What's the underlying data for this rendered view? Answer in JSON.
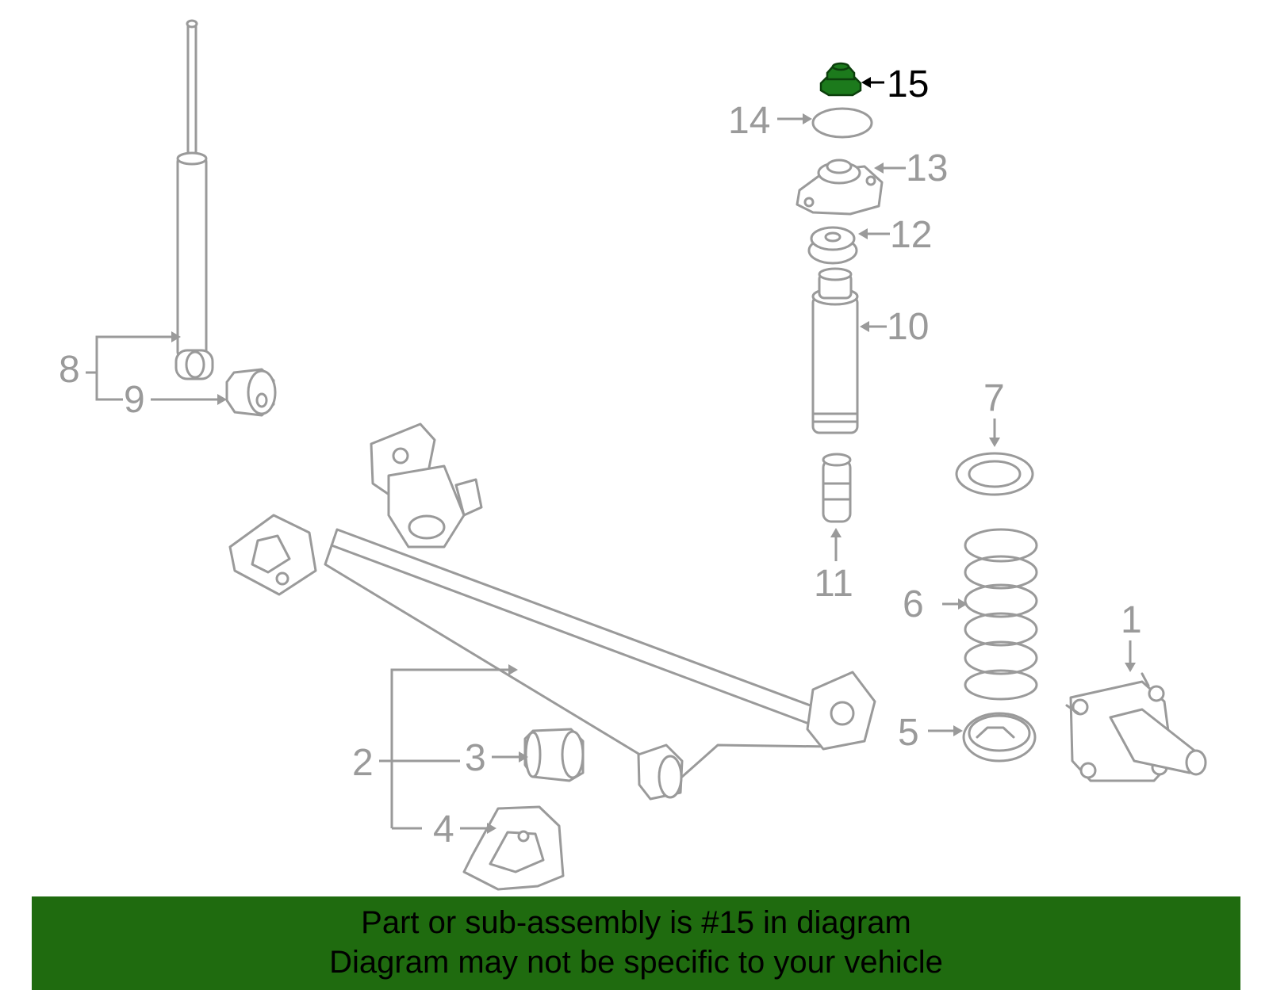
{
  "callouts": [
    "1",
    "2",
    "3",
    "4",
    "5",
    "6",
    "7",
    "8",
    "9",
    "10",
    "11",
    "12",
    "13",
    "14",
    "15"
  ],
  "highlighted_part": "15",
  "highlight_color": "#1c7a1c",
  "banner": {
    "line1": "Part or sub-assembly is #15 in diagram",
    "line2": "Diagram may not be specific to your vehicle",
    "background": "#1f6b0f"
  }
}
